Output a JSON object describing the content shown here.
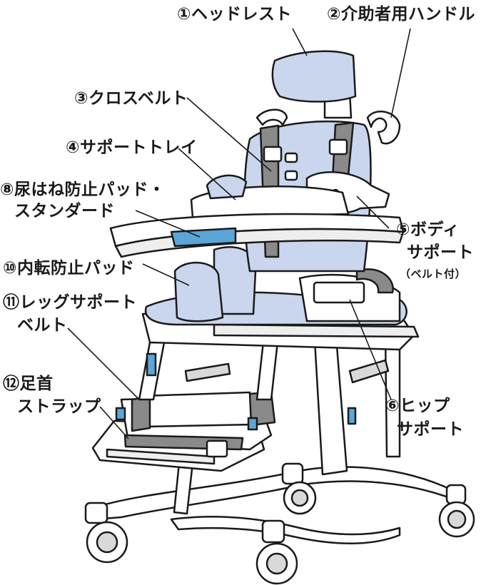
{
  "labels": {
    "headrest": "①ヘッドレスト",
    "handle": "②介助者用ハンドル",
    "cross_belt": "③クロスベルト",
    "support_tray": "④サポートトレイ",
    "urine_pad_line1": "⑧尿はね防止パッド・",
    "urine_pad_line2": "スタンダード",
    "body_support_line1": "⑤ボディ",
    "body_support_line2": "サポート",
    "body_support_note": "（ベルト付）",
    "adduction_pad": "⑩内転防止パッド",
    "leg_belt_line1": "⑪レッグサポート",
    "leg_belt_line2": "ベルト",
    "hip_support_line1": "⑥ヒップ",
    "hip_support_line2": "サポート",
    "ankle_strap_line1": "⑫足首",
    "ankle_strap_line2": "ストラップ"
  },
  "colors": {
    "cushion": "#c9d6ee",
    "blue_part": "#5aa6d8",
    "frame": "#ffffff",
    "outline": "#1a1a1a",
    "strap": "#8a8a8a"
  }
}
